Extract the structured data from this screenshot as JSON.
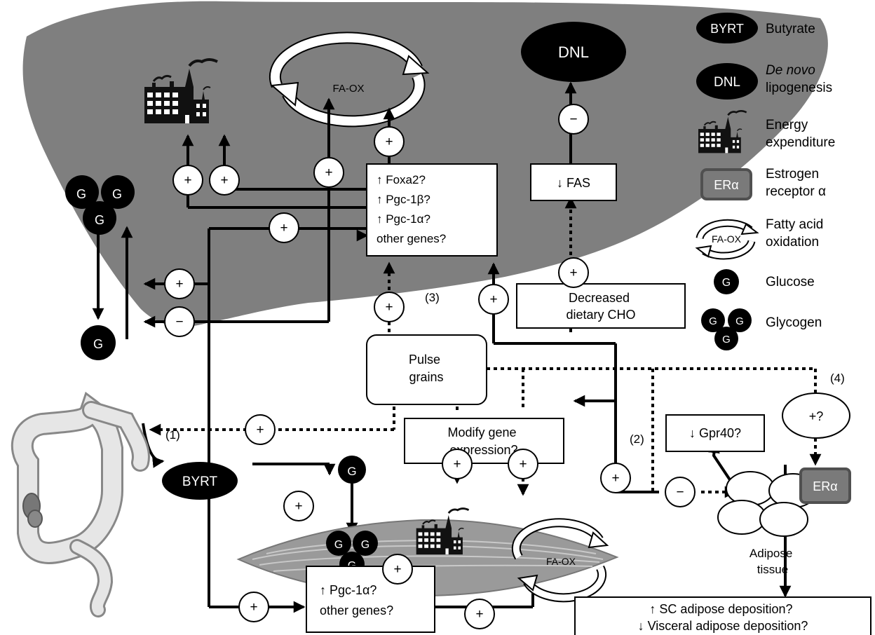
{
  "nodes": {
    "dnl": "DNL",
    "fa_ox": "FA-OX",
    "liver_genes": [
      "↑ Foxa2?",
      "↑ Pgc-1β?",
      "↑ Pgc-1α?",
      "other genes?"
    ],
    "fas": "↓ FAS",
    "decreased_cho": [
      "Decreased",
      "dietary CHO"
    ],
    "pulse_grains": [
      "Pulse",
      "grains"
    ],
    "modify_gene": [
      "Modify gene",
      "expression?"
    ],
    "gpr40": "↓ Gpr40?",
    "plus_q": "+?",
    "byrt": "BYRT",
    "er_alpha": "ERα",
    "adipose_label": [
      "Adipose",
      "tissue"
    ],
    "muscle_genes": [
      "↑ Pgc-1α?",
      "other genes?"
    ],
    "adipose_outcome": [
      "↑ SC adipose deposition?",
      "↓ Visceral adipose deposition?"
    ],
    "glucose": "G"
  },
  "pathway_labels": {
    "p1": "(1)",
    "p2": "(2)",
    "p3": "(3)",
    "p4": "(4)"
  },
  "signs": {
    "plus": "+",
    "minus": "−"
  },
  "legend": [
    {
      "icon": "byrt-oval-icon",
      "symbol": "BYRT",
      "lines": [
        "Butyrate"
      ]
    },
    {
      "icon": "dnl-oval-icon",
      "symbol": "DNL",
      "lines": [
        "De novo",
        "lipogenesis"
      ],
      "italic_first_line": true
    },
    {
      "icon": "factory-icon",
      "symbol": "",
      "lines": [
        "Energy",
        "expenditure"
      ]
    },
    {
      "icon": "estrogen-receptor-icon",
      "symbol": "ERα",
      "lines": [
        "Estrogen",
        "receptor α"
      ]
    },
    {
      "icon": "fatty-acid-oxidation-icon",
      "symbol": "FA-OX",
      "lines": [
        "Fatty acid",
        "oxidation"
      ]
    },
    {
      "icon": "glucose-icon",
      "symbol": "G",
      "lines": [
        "Glucose"
      ]
    },
    {
      "icon": "glycogen-icon",
      "symbol": "G",
      "lines": [
        "Glycogen"
      ]
    }
  ]
}
